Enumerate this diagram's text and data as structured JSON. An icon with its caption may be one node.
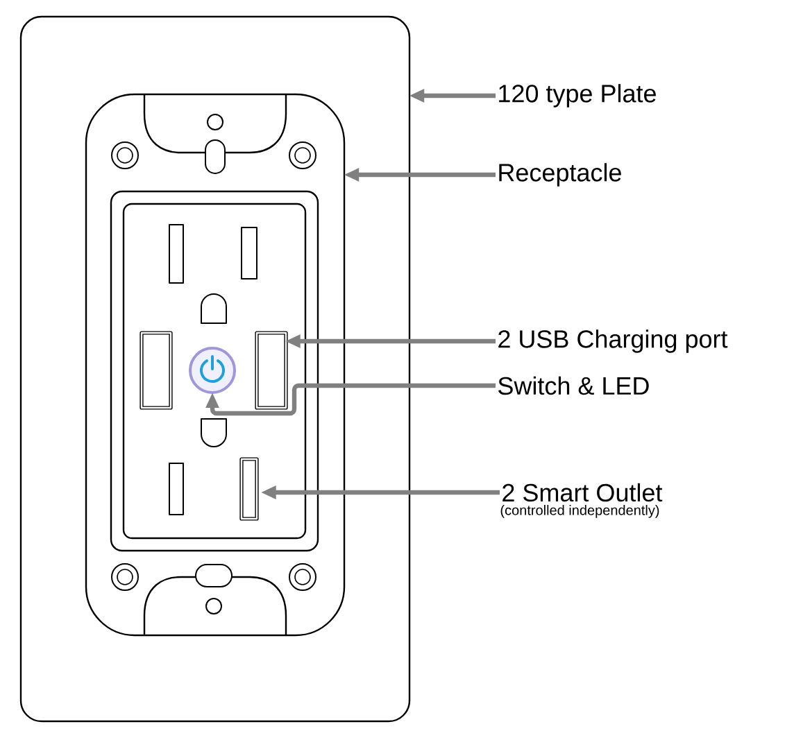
{
  "diagram": {
    "nodes": [
      {
        "text": [],
        "shape": "box"
      },
      {
        "text": [],
        "shape": "box",
        "in": 0
      },
      {
        "text": [],
        "shape": "box",
        "in": 1
      },
      {
        "text": [],
        "shape": "circle",
        "in": 1
      },
      {
        "text": [],
        "shape": "box",
        "in": 1
      },
      {
        "text": [
          "120 type Plate"
        ]
      },
      {
        "text": [
          "Receptacle"
        ]
      },
      {
        "text": [
          "2 USB Charging port"
        ]
      },
      {
        "text": [
          "Switch & LED"
        ]
      },
      {
        "text": [
          "2 Smart Outlet",
          "(controlled independently)"
        ]
      }
    ],
    "edges": [
      {
        "from": 5,
        "to": 0,
        "arrow": "to"
      },
      {
        "from": 6,
        "to": 1,
        "arrow": "to"
      },
      {
        "from": 7,
        "to": 2,
        "arrow": "to"
      },
      {
        "from": 8,
        "to": 3,
        "arrow": "to"
      },
      {
        "from": 9,
        "to": 4,
        "arrow": "to"
      }
    ]
  }
}
